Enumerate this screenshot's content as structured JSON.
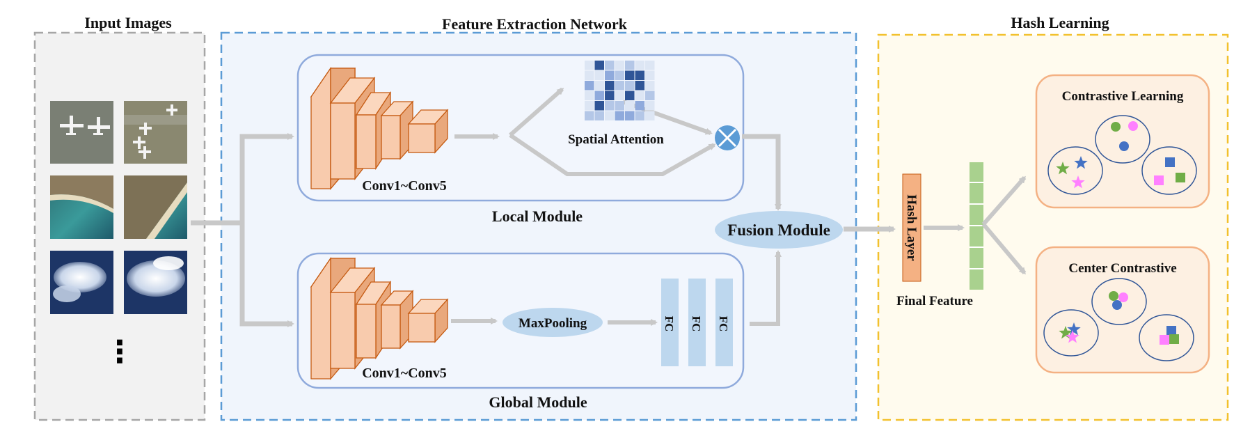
{
  "sections": {
    "input": "Input Images",
    "feature": "Feature Extraction Network",
    "hash": "Hash Learning"
  },
  "local_module": {
    "title": "Local Module",
    "backbone": "Conv1~Conv5",
    "attention": "Spatial Attention"
  },
  "global_module": {
    "title": "Global Module",
    "backbone": "Conv1~Conv5",
    "pooling": "MaxPooling",
    "fc_labels": [
      "FC",
      "FC",
      "FC"
    ]
  },
  "fusion": "Fusion Module",
  "hash_layer": "Hash Layer",
  "final_feature": "Final Feature",
  "contrastive": "Contrastive Learning",
  "center_contrastive": "Center Contrastive",
  "ellipsis": "⋮",
  "thumbnails": [
    "airplanes-icon",
    "airport-icon",
    "beach-icon",
    "beach-icon",
    "cloud-icon",
    "cloud-icon"
  ],
  "colors": {
    "section_input_border": "#a6a6a6",
    "section_feature_border": "#5b9bd5",
    "section_hash_border": "#f2c12e",
    "module_border": "#8faadc",
    "cnn_face": "#f8cbad",
    "cnn_edge": "#c55a11",
    "oval_fill": "#bdd7ee",
    "fc_fill": "#bdd7ee",
    "hash_layer_fill": "#f4b183",
    "final_feature_fill": "#a9d18e",
    "cluster_panel_border": "#f4b183",
    "cluster_oval_border": "#2f5597",
    "arrow": "#c8c8c8",
    "green": "#70ad47",
    "pink": "#ff80ff",
    "blue": "#4472c4"
  }
}
